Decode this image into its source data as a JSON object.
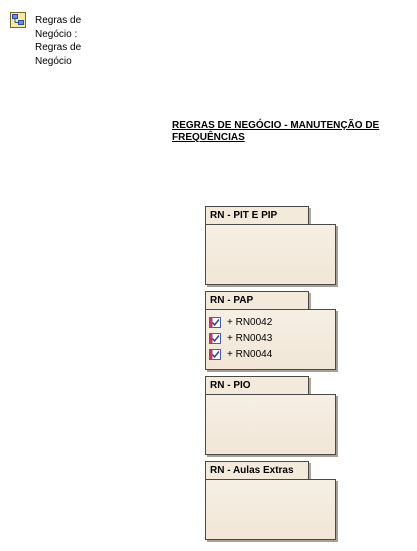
{
  "diagram": {
    "icon": "diagram-icon",
    "title": "Regras de\nNegócio :\nRegras de\nNegócio"
  },
  "heading": "REGRAS DE NEGÓCIO - MANUTENÇÃO DE FREQUÊNCIAS",
  "packages": [
    {
      "name": "RN - PIT E PIP",
      "items": []
    },
    {
      "name": "RN - PAP",
      "items": [
        {
          "icon": "requirement-icon",
          "label": "+ RN0042"
        },
        {
          "icon": "requirement-icon",
          "label": "+ RN0043"
        },
        {
          "icon": "requirement-icon",
          "label": "+ RN0044"
        }
      ]
    },
    {
      "name": "RN - PIO",
      "items": []
    },
    {
      "name": "RN - Aulas Extras",
      "items": []
    }
  ]
}
